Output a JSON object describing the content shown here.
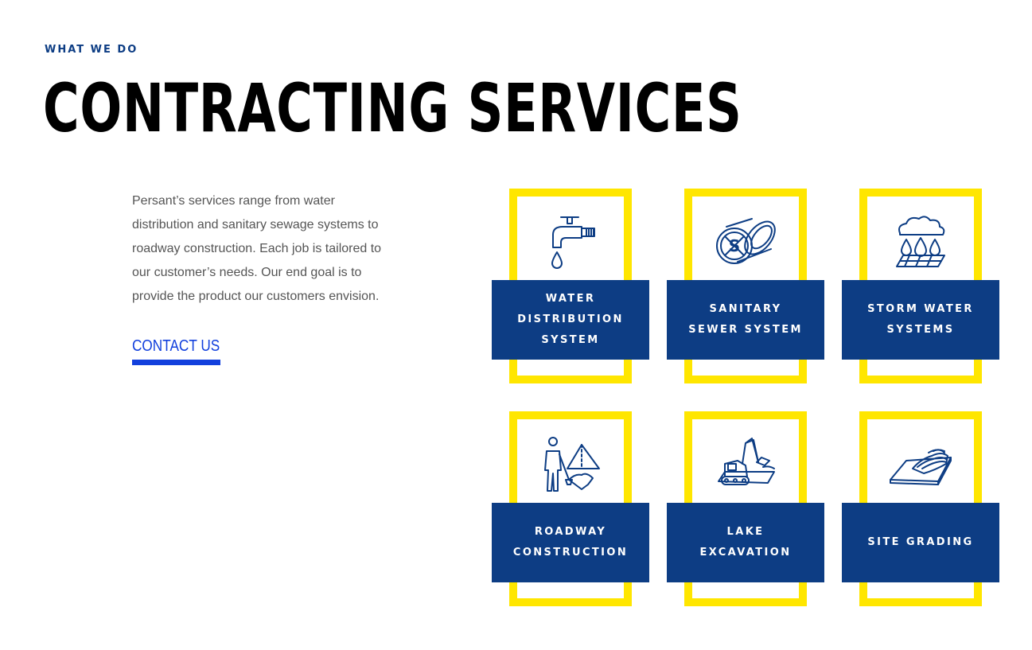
{
  "header": {
    "eyebrow": "WHAT WE DO",
    "title": "CONTRACTING SERVICES"
  },
  "intro": {
    "text": "Persant’s services range from water distribution and sanitary sewage systems to roadway construction. Each job is tailored to our customer’s needs. Our end goal is to provide the product our customers envision.",
    "cta_label": "CONTACT US"
  },
  "colors": {
    "accent_yellow": "#ffe600",
    "brand_blue": "#0d3d84",
    "link_blue": "#1240dd"
  },
  "services": [
    {
      "label": "WATER\nDISTRIBUTION\nSYSTEM",
      "icon": "water-faucet-icon"
    },
    {
      "label": "SANITARY\nSEWER SYSTEM",
      "icon": "sewer-pipe-icon"
    },
    {
      "label": "STORM WATER\nSYSTEMS",
      "icon": "storm-cloud-icon"
    },
    {
      "label": "ROADWAY\nCONSTRUCTION",
      "icon": "road-worker-icon"
    },
    {
      "label": "LAKE\nEXCAVATION",
      "icon": "excavator-icon"
    },
    {
      "label": "SITE GRADING",
      "icon": "terrain-grading-icon"
    }
  ]
}
